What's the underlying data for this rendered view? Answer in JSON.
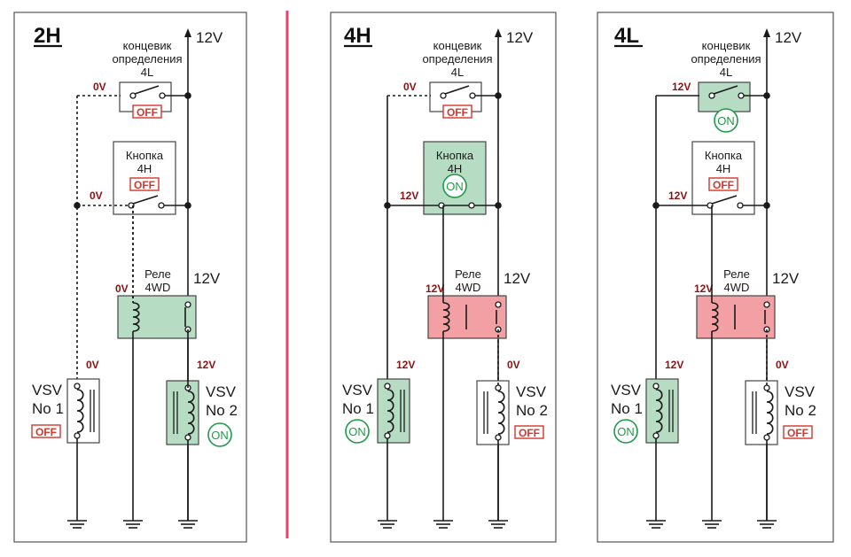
{
  "colors": {
    "wire": "#1a1a1a",
    "divider": "#e0456e",
    "relay_off_fill": "#b7dcc4",
    "relay_on_fill": "#f2a0a3",
    "relay_stroke": "#444444",
    "on_color": "#1e9a48",
    "off_color": "#d4362c",
    "voltage_label": "#8b1212"
  },
  "panels": [
    {
      "id": "2H",
      "title": "2H",
      "supply": "12V",
      "limit_switch": {
        "line1": "концевик",
        "line2": "определения",
        "line3": "4L",
        "state": "OFF",
        "state_kind": "off",
        "voltage": "0V"
      },
      "button": {
        "line1": "Кнопка",
        "line2": "4H",
        "state": "OFF",
        "state_kind": "off",
        "voltage": "0V"
      },
      "relay": {
        "line1": "Реле",
        "line2": "4WD",
        "coil_voltage": "0V",
        "contact_voltage": "12V",
        "energized": false
      },
      "vsv1": {
        "line1": "VSV",
        "line2": "No 1",
        "state": "OFF",
        "state_kind": "off",
        "voltage": "0V",
        "active": false
      },
      "vsv2": {
        "line1": "VSV",
        "line2": "No 2",
        "state": "ON",
        "state_kind": "on",
        "voltage": "12V",
        "active": true
      }
    },
    {
      "id": "4H",
      "title": "4H",
      "supply": "12V",
      "limit_switch": {
        "line1": "концевик",
        "line2": "определения",
        "line3": "4L",
        "state": "OFF",
        "state_kind": "off",
        "voltage": "0V"
      },
      "button": {
        "line1": "Кнопка",
        "line2": "4H",
        "state": "ON",
        "state_kind": "on",
        "voltage": "12V"
      },
      "relay": {
        "line1": "Реле",
        "line2": "4WD",
        "coil_voltage": "12V",
        "contact_voltage": "12V",
        "energized": true
      },
      "vsv1": {
        "line1": "VSV",
        "line2": "No 1",
        "state": "ON",
        "state_kind": "on",
        "voltage": "12V",
        "active": true
      },
      "vsv2": {
        "line1": "VSV",
        "line2": "No 2",
        "state": "OFF",
        "state_kind": "off",
        "voltage": "0V",
        "active": false
      }
    },
    {
      "id": "4L",
      "title": "4L",
      "supply": "12V",
      "limit_switch": {
        "line1": "концевик",
        "line2": "определения",
        "line3": "4L",
        "state": "ON",
        "state_kind": "on",
        "voltage": "12V"
      },
      "button": {
        "line1": "Кнопка",
        "line2": "4H",
        "state": "OFF",
        "state_kind": "off",
        "voltage": "12V"
      },
      "relay": {
        "line1": "Реле",
        "line2": "4WD",
        "coil_voltage": "12V",
        "contact_voltage": "12V",
        "energized": true
      },
      "vsv1": {
        "line1": "VSV",
        "line2": "No 1",
        "state": "ON",
        "state_kind": "on",
        "voltage": "12V",
        "active": true
      },
      "vsv2": {
        "line1": "VSV",
        "line2": "No 2",
        "state": "OFF",
        "state_kind": "off",
        "voltage": "0V",
        "active": false
      }
    }
  ]
}
